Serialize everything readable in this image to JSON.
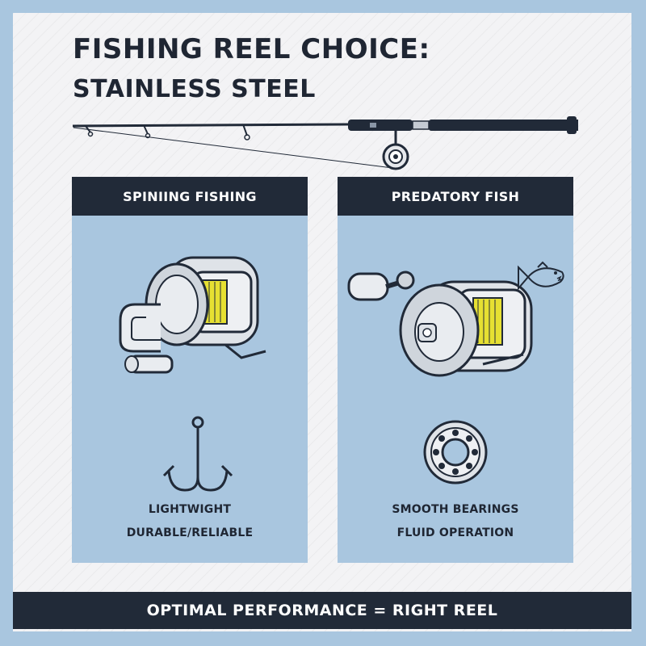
{
  "header": {
    "title_line1": "FISHING REEL CHOICE:",
    "title_line2": "STAINLESS STEEL"
  },
  "panels": [
    {
      "heading": "SPINIING FISHING",
      "icons": [
        "spinning-reel-icon",
        "treble-hook-icon"
      ],
      "lines": [
        "LIGHTWIGHT",
        "DURABLE/RELIABLE"
      ]
    },
    {
      "heading": "PREDATORY FISH",
      "icons": [
        "baitcasting-reel-icon",
        "fish-icon",
        "ball-bearing-icon"
      ],
      "lines": [
        "SMOOTH BEARINGS",
        "FLUID OPERATION"
      ]
    }
  ],
  "footer": {
    "text": "OPTIMAL PERFORMANCE = RIGHT REEL"
  },
  "colors": {
    "background": "#a9c6df",
    "card": "#f3f3f5",
    "dark": "#212a38",
    "accent_line": "#e6e032"
  }
}
